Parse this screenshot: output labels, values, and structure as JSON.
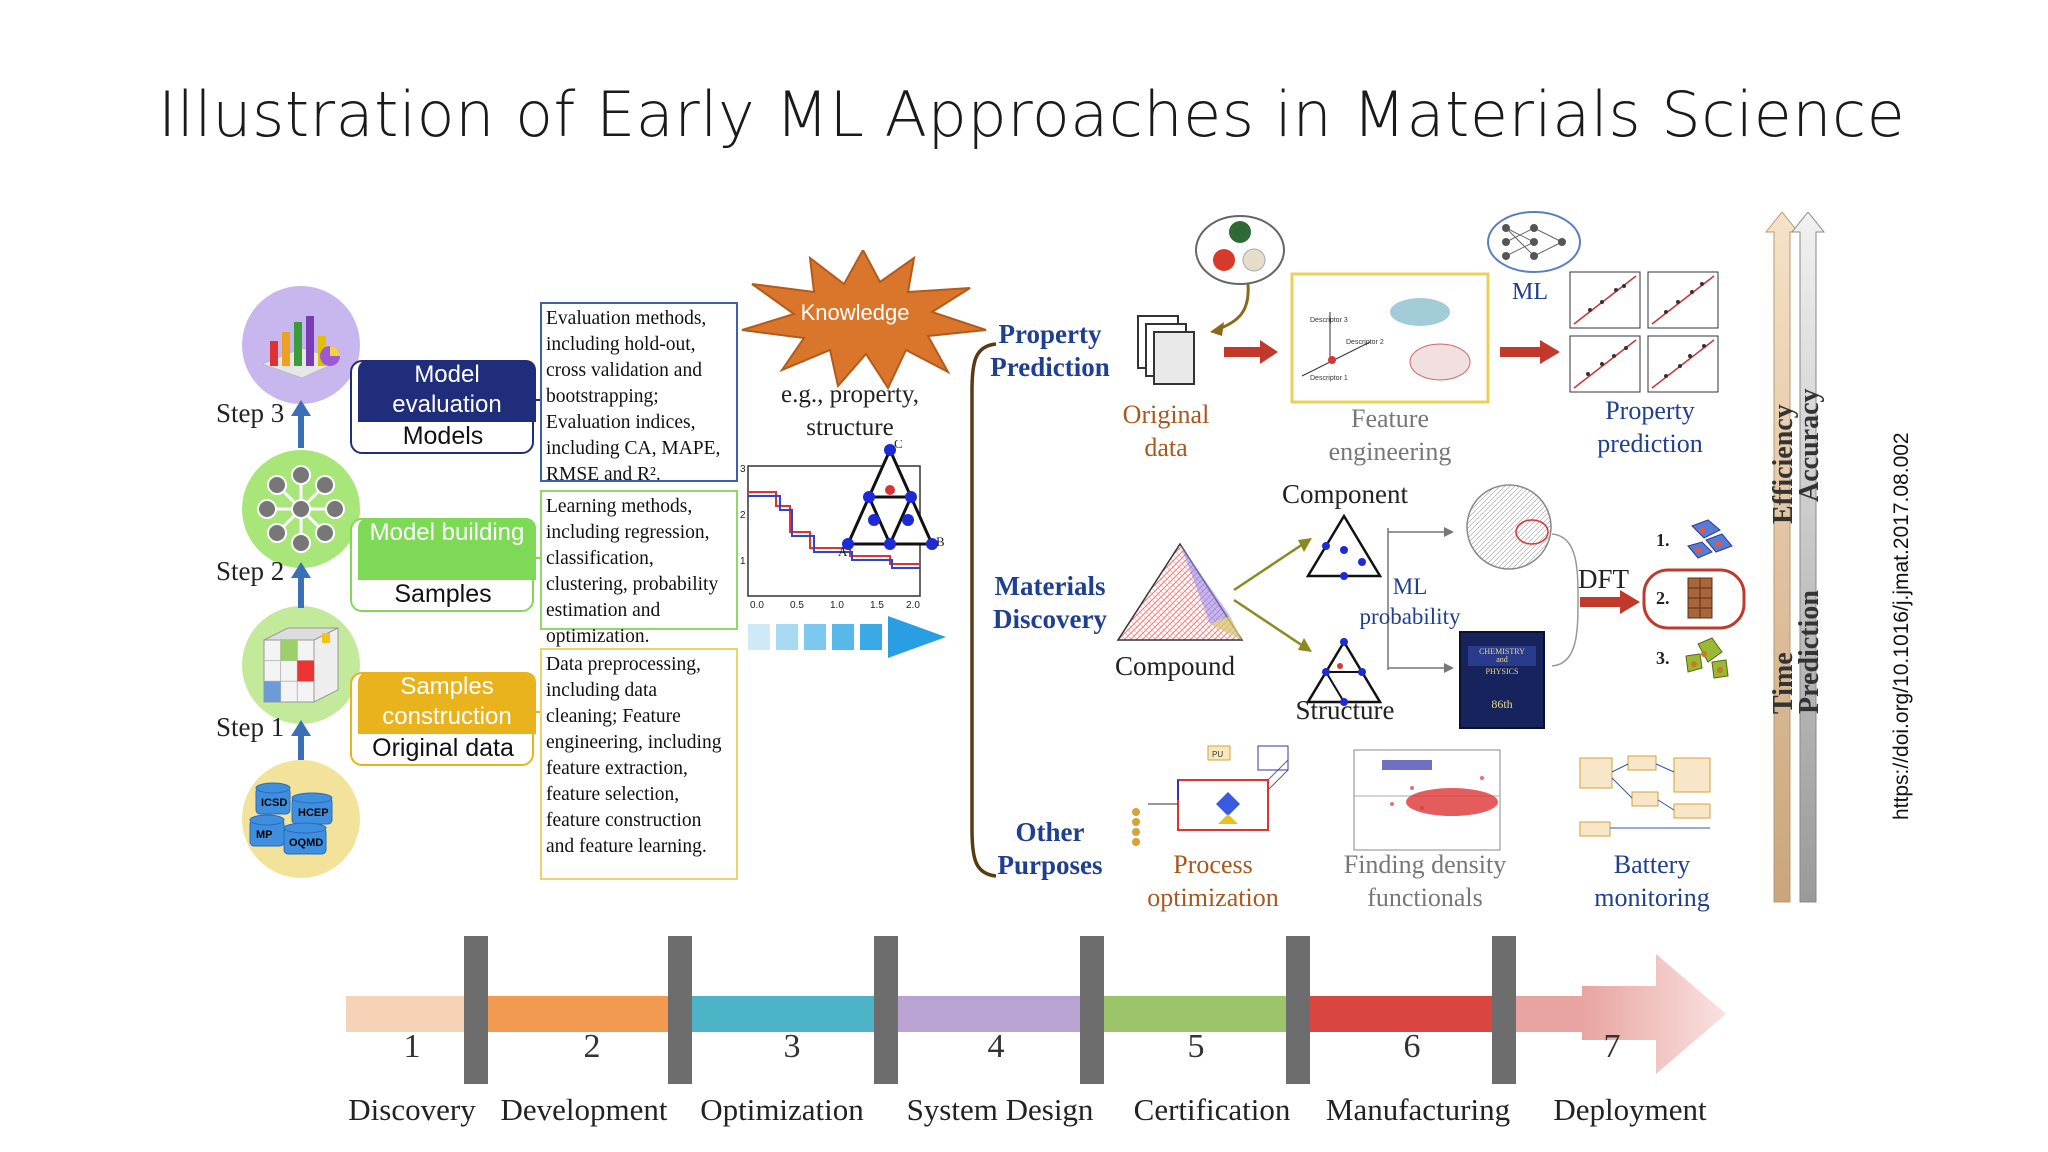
{
  "title": "Illustration of Early ML Approaches in Materials Science",
  "doi": "https://doi.org/10.1016/j.jmat.2017.08.002",
  "steps": [
    "Step 3",
    "Step 2",
    "Step 1"
  ],
  "stages": {
    "model_evaluation": {
      "head": "Model evaluation",
      "sub": "Models"
    },
    "model_building": {
      "head": "Model building",
      "sub": "Samples"
    },
    "samples_construction": {
      "head": "Samples construction",
      "sub": "Original data"
    }
  },
  "databases": [
    "ICSD",
    "HCEP",
    "MP",
    "OQMD"
  ],
  "descriptions": {
    "evaluation": "Evaluation methods, including hold-out, cross validation and bootstrapping; Evaluation indices, including CA, MAPE, RMSE and R².",
    "learning": "Learning methods, including regression, classification, clustering, probability estimation and optimization.",
    "preprocessing": "Data preprocessing, including data cleaning; Feature engineering, including feature extraction, feature selection, feature construction and feature learning."
  },
  "knowledge": "Knowledge",
  "knowledge_example": "e.g., property, structure",
  "plot_axis": {
    "x_ticks": [
      "0.0",
      "0.5",
      "1.0",
      "1.5",
      "2.0"
    ],
    "y_ticks": [
      "1",
      "2",
      "3"
    ],
    "triangle_vertices": [
      "C",
      "A",
      "B"
    ]
  },
  "applications": {
    "property_prediction": {
      "label": "Property Prediction",
      "steps": [
        "Original data",
        "Feature engineering",
        "Property prediction"
      ],
      "ml": "ML",
      "descriptor_labels": [
        "Descriptor 1",
        "Descriptor 2",
        "Descriptor 3"
      ]
    },
    "materials_discovery": {
      "label": "Materials Discovery",
      "compound": "Compound",
      "component": "Component",
      "structure": "Structure",
      "ml_probability": "ML probability",
      "dft": "DFT",
      "candidates": [
        "1.",
        "2.",
        "3."
      ],
      "handbook": {
        "lines": [
          "CHEMISTRY",
          "and",
          "PHYSICS"
        ],
        "edition": "86th"
      }
    },
    "other_purposes": {
      "label": "Other Purposes",
      "items": [
        "Process optimization",
        "Finding density functionals",
        "Battery monitoring"
      ],
      "pu": "PU"
    }
  },
  "side_arrows": {
    "left": [
      "Efficiency",
      "Time"
    ],
    "right": [
      "Accuracy",
      "Prediction"
    ]
  },
  "timeline": {
    "numbers": [
      "1",
      "2",
      "3",
      "4",
      "5",
      "6",
      "7"
    ],
    "names": [
      "Discovery",
      "Development",
      "Optimization",
      "System Design",
      "Certification",
      "Manufacturing",
      "Deployment"
    ],
    "colors": [
      "#f6d3b6",
      "#f39a52",
      "#4db4c8",
      "#b9a3d2",
      "#9cc46a",
      "#d8463f",
      "#e8a4a0"
    ]
  },
  "colors": {
    "navy": "#1f2d7a",
    "green": "#7ed957",
    "yellow": "#e8b31c",
    "title_blue": "#1f3f8f",
    "orange_star": "#d9762b"
  }
}
